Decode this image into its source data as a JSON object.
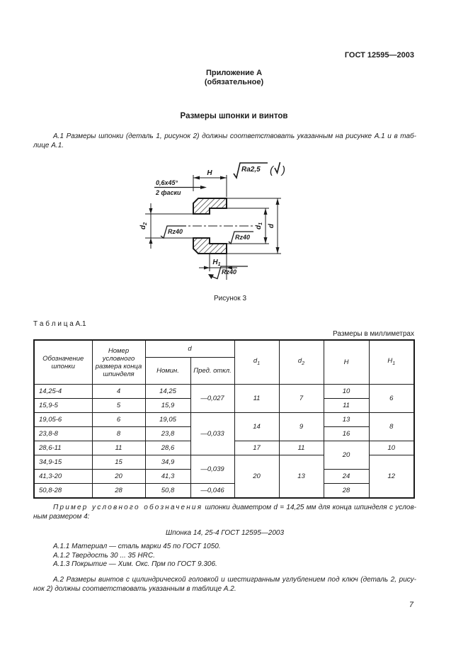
{
  "page": {
    "doc_number": "ГОСТ 12595—2003",
    "appendix_title": "Приложение А",
    "appendix_subtitle": "(обязательное)",
    "section_title": "Размеры шпонки и винтов",
    "page_number": "7"
  },
  "para_a1": {
    "line1": "А.1  Размеры шпонки (деталь 1, рисунок 2) должны соответствовать указанным на рисунке А.1 и в таб-",
    "line2": "лице А.1."
  },
  "figure": {
    "caption": "Рисунок 3",
    "labels": {
      "roughness_general": "Ra2,5",
      "paren_open": "(",
      "paren_close": ")",
      "chamfer_line1": "0,6х45°",
      "chamfer_line2": "2 фаски",
      "dim_h": "H",
      "dim_h1_base": "H",
      "dim_h1_sub": "1",
      "dim_d": "d",
      "dim_d1_base": "d",
      "dim_d1_sub": "1",
      "dim_d2_base": "d",
      "dim_d2_sub": "2",
      "rz_left": "Rz40",
      "rz_inner": "Rz40",
      "rz_bottom": "Rz40"
    }
  },
  "table": {
    "title": "Т а б л и ц а А.1",
    "units_note": "Размеры в миллиметрах",
    "header": {
      "designation": "Обозначение шпонки",
      "size_number": "Номер условного размера конца шпинделя",
      "d": "d",
      "nominal": "Номин.",
      "deviation": "Пред. откл.",
      "d1_base": "d",
      "d1_sub": "1",
      "d2_base": "d",
      "d2_sub": "2",
      "h": "H",
      "h1_base": "H",
      "h1_sub": "1"
    },
    "rows": [
      {
        "c0": "14,25-4",
        "c1": "4",
        "c2": "14,25",
        "c3": "—0,027",
        "c4": "11",
        "c5": "7",
        "c6": "10",
        "c7": "6"
      },
      {
        "c0": "15,9-5",
        "c1": "5",
        "c2": "15,9",
        "c6": "11"
      },
      {
        "c0": "19,05-6",
        "c1": "6",
        "c2": "19,05",
        "c3": "—0,033",
        "c4": "14",
        "c5": "9",
        "c6": "13",
        "c7": "8"
      },
      {
        "c0": "23,8-8",
        "c1": "8",
        "c2": "23,8",
        "c6": "16"
      },
      {
        "c0": "28,6-11",
        "c1": "11",
        "c2": "28,6",
        "c4": "17",
        "c5": "11",
        "c6": "20",
        "c7": "10"
      },
      {
        "c0": "34,9-15",
        "c1": "15",
        "c2": "34,9",
        "c3": "—0,039",
        "c4": "20",
        "c5": "13",
        "c7": "12"
      },
      {
        "c0": "41,3-20",
        "c1": "20",
        "c2": "41,3",
        "c6": "24"
      },
      {
        "c0": "50,8-28",
        "c1": "28",
        "c2": "50,8",
        "c3": "—0,046",
        "c6": "28"
      }
    ]
  },
  "example": {
    "lead_spaced": "Пример условного обозначения",
    "line1_rest": " шпонки диаметром d = 14,25 мм для конца шпинделя с услов-",
    "line2": "ным размером 4:",
    "designation": "Шпонка 14, 25-4 ГОСТ 12595—2003"
  },
  "items": {
    "a11": "А.1.1  Материал — сталь марки 45 по ГОСТ 1050.",
    "a12": "А.1.2  Твердость 30 ... 35 HRC.",
    "a13": "А.1.3  Покрытие — Хим. Окс. Прм по ГОСТ 9.306."
  },
  "para_a2": {
    "line1": "А.2  Размеры винтов с цилиндрической головкой и шестигранным углублением под ключ (деталь 2, рису-",
    "line2": "нок 2) должны соответствовать указанным в таблице А.2."
  }
}
